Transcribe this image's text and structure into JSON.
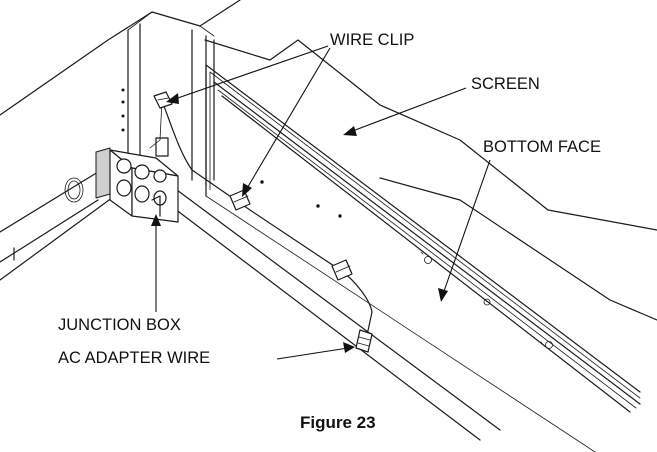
{
  "figure": {
    "caption": "Figure 23"
  },
  "callouts": {
    "wire_clip": "WIRE CLIP",
    "screen": "SCREEN",
    "bottom_face": "BOTTOM FACE",
    "junction_box": "JUNCTION BOX",
    "ac_adapter_wire": "AC ADAPTER WIRE"
  }
}
